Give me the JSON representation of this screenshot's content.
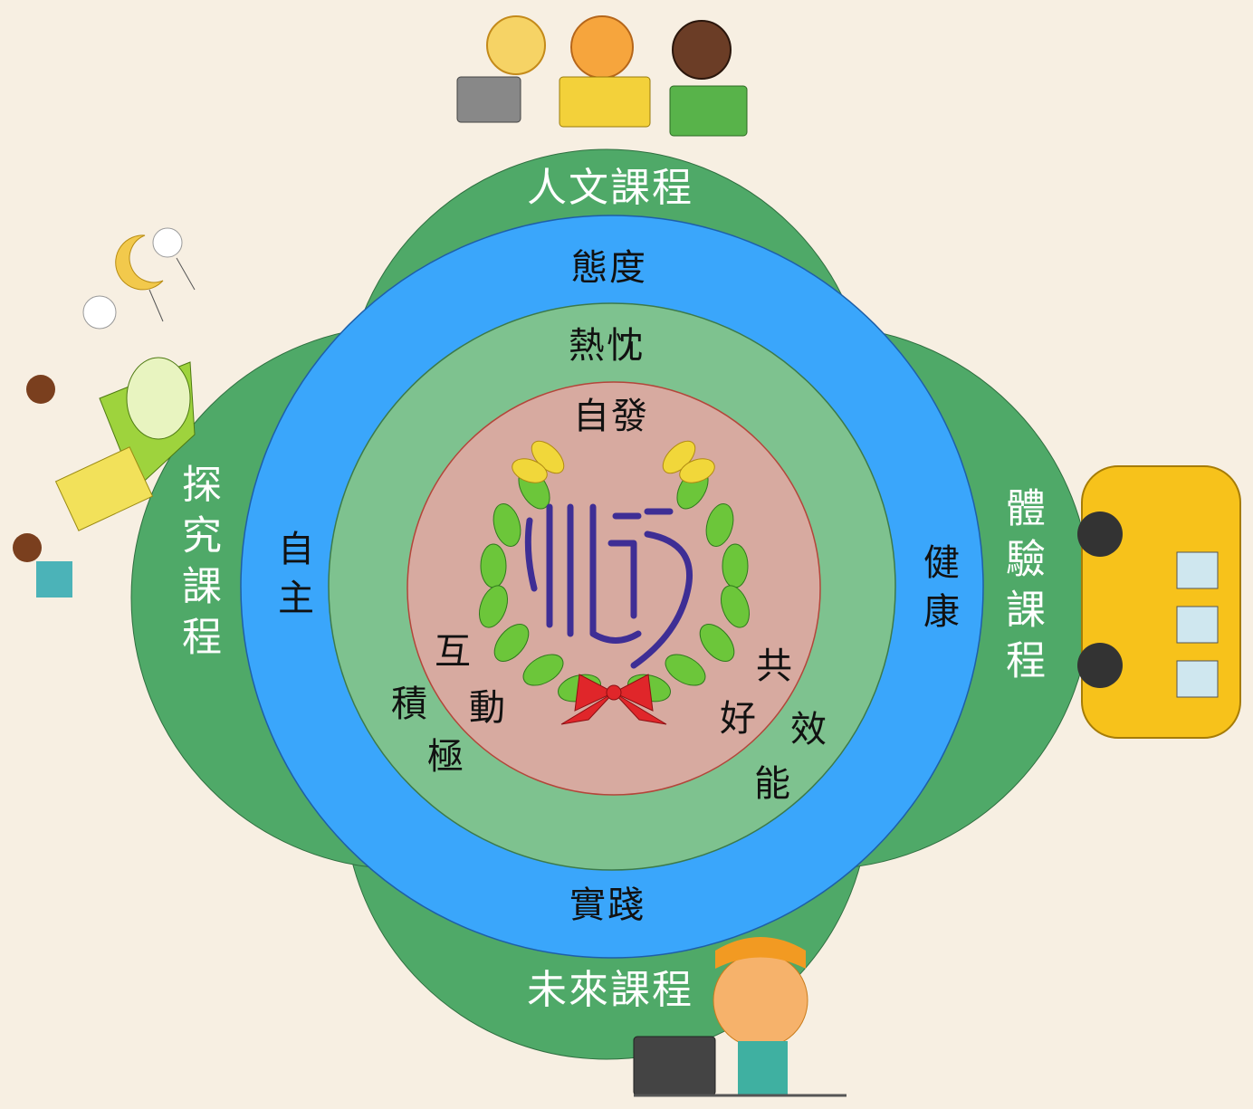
{
  "diagram": {
    "outer_courses": {
      "top": "人文課程",
      "left": "探究課程",
      "right": "體驗課程",
      "bottom": "未來課程"
    },
    "blue_ring": {
      "top": "態度",
      "left": "自主",
      "right": "健康",
      "bottom": "實踐"
    },
    "light_green_ring": {
      "top": "熱忱"
    },
    "inner_circle": {
      "top": "自發",
      "left_words": [
        "互",
        "動",
        "積",
        "極"
      ],
      "right_words": [
        "共",
        "好",
        "效",
        "能"
      ]
    }
  },
  "colors": {
    "background": "#f7efe2",
    "outer_green": "#4fa968",
    "blue": "#3aa6fb",
    "light_green": "#7ec28f",
    "inner_pink": "#d7aaa0",
    "logo_purple": "#3e2e95"
  },
  "icons": [
    "kids-reading-icon",
    "telescope-kids-icon",
    "moon-stars-icon",
    "school-bus-icon",
    "boy-laptop-icon",
    "school-emblem-icon"
  ]
}
